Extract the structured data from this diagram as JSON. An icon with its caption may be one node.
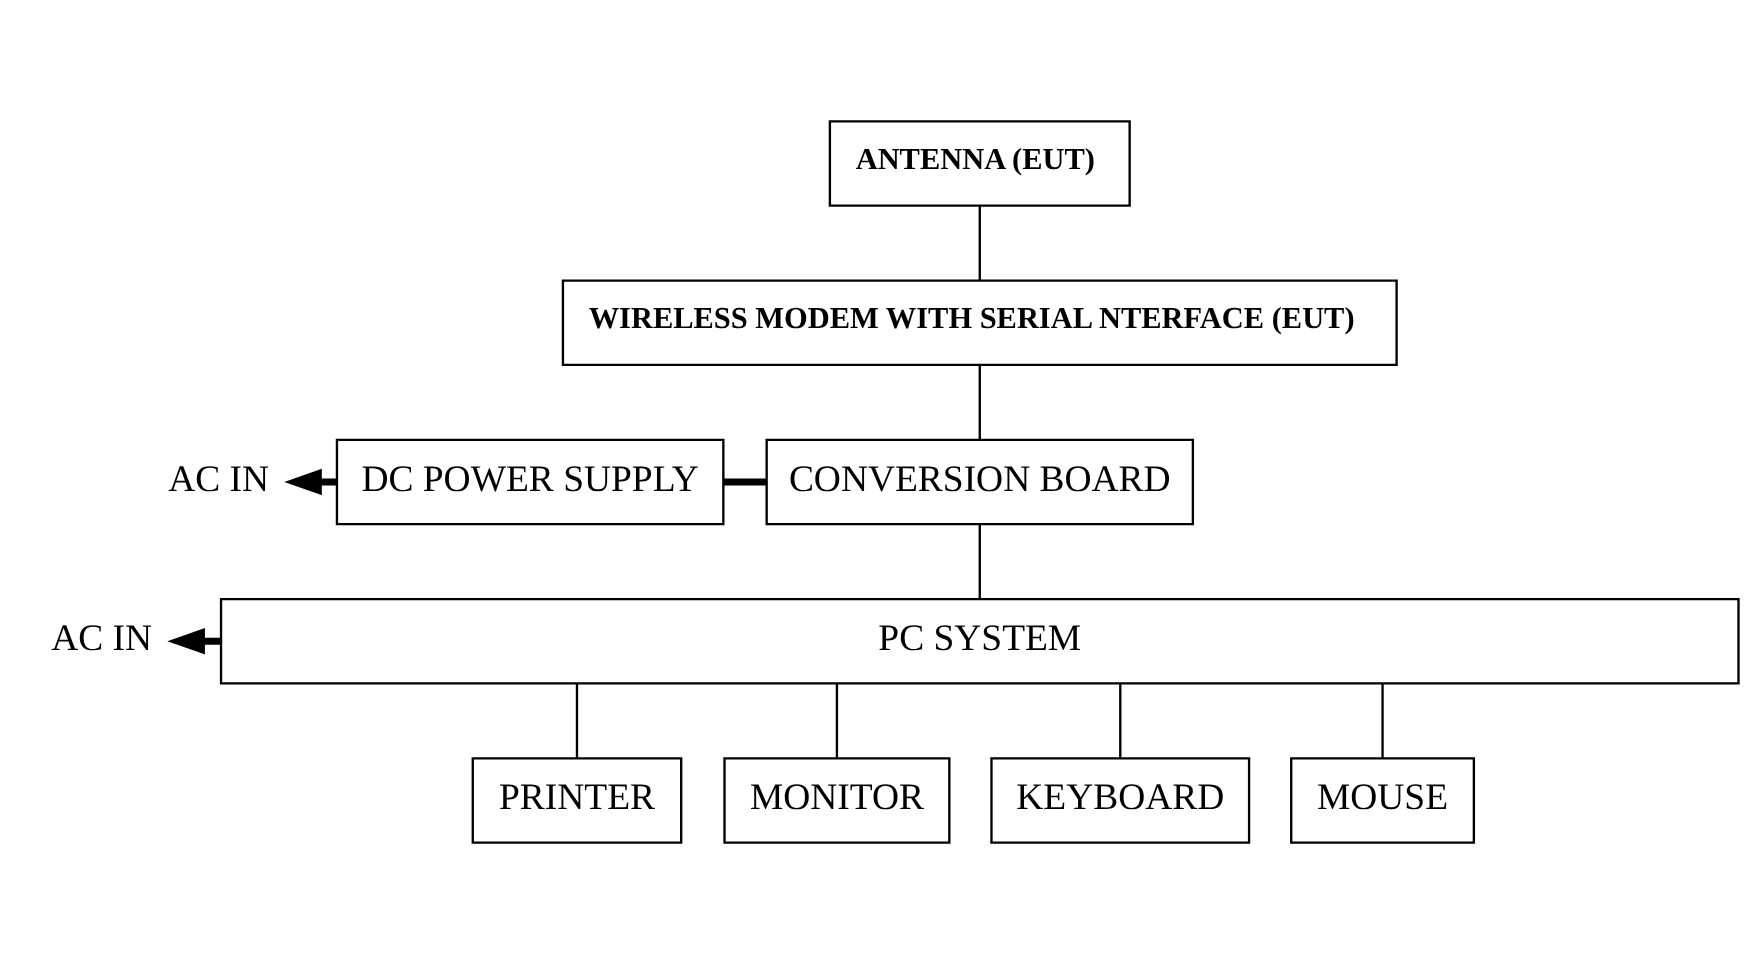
{
  "diagram": {
    "nodes": [
      {
        "text": [
          "ANTENNA (EUT)"
        ]
      },
      {
        "text": [
          "WIRELESS MODEM WITH SERIAL NTERFACE (EUT)"
        ]
      },
      {
        "text": [
          "AC IN"
        ]
      },
      {
        "text": [
          "DC POWER SUPPLY"
        ]
      },
      {
        "text": [
          "CONVERSION BOARD"
        ]
      },
      {
        "text": [
          "AC IN"
        ]
      },
      {
        "text": [
          "PC SYSTEM"
        ]
      },
      {
        "text": [
          "PRINTER"
        ]
      },
      {
        "text": [
          "MONITOR"
        ]
      },
      {
        "text": [
          "KEYBOARD"
        ]
      },
      {
        "text": [
          "MOUSE"
        ]
      }
    ],
    "edges": [
      {
        "from": 0,
        "to": 1,
        "arrow": "none"
      },
      {
        "from": 1,
        "to": 4,
        "arrow": "none"
      },
      {
        "from": 3,
        "to": 2,
        "arrow": "to",
        "style": "thick"
      },
      {
        "from": 3,
        "to": 4,
        "arrow": "none",
        "style": "thick"
      },
      {
        "from": 4,
        "to": 6,
        "arrow": "none"
      },
      {
        "from": 6,
        "to": 5,
        "arrow": "to",
        "style": "thick"
      },
      {
        "from": 6,
        "to": 7,
        "arrow": "none"
      },
      {
        "from": 6,
        "to": 8,
        "arrow": "none"
      },
      {
        "from": 6,
        "to": 9,
        "arrow": "none"
      },
      {
        "from": 6,
        "to": 10,
        "arrow": "none"
      }
    ]
  }
}
